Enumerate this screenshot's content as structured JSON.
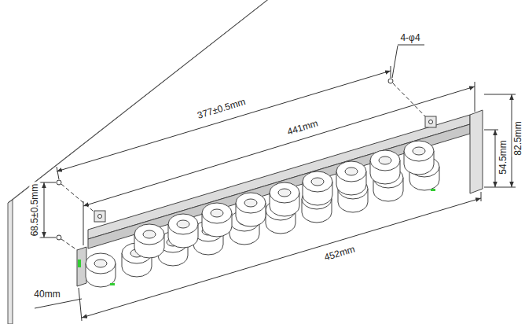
{
  "diagram": {
    "labels": [
      "4-φ4",
      "377±0.5mm",
      "441mm",
      "54.5mm",
      "82.5mm",
      "68.5±0.5mm",
      "40mm",
      "452mm"
    ]
  }
}
